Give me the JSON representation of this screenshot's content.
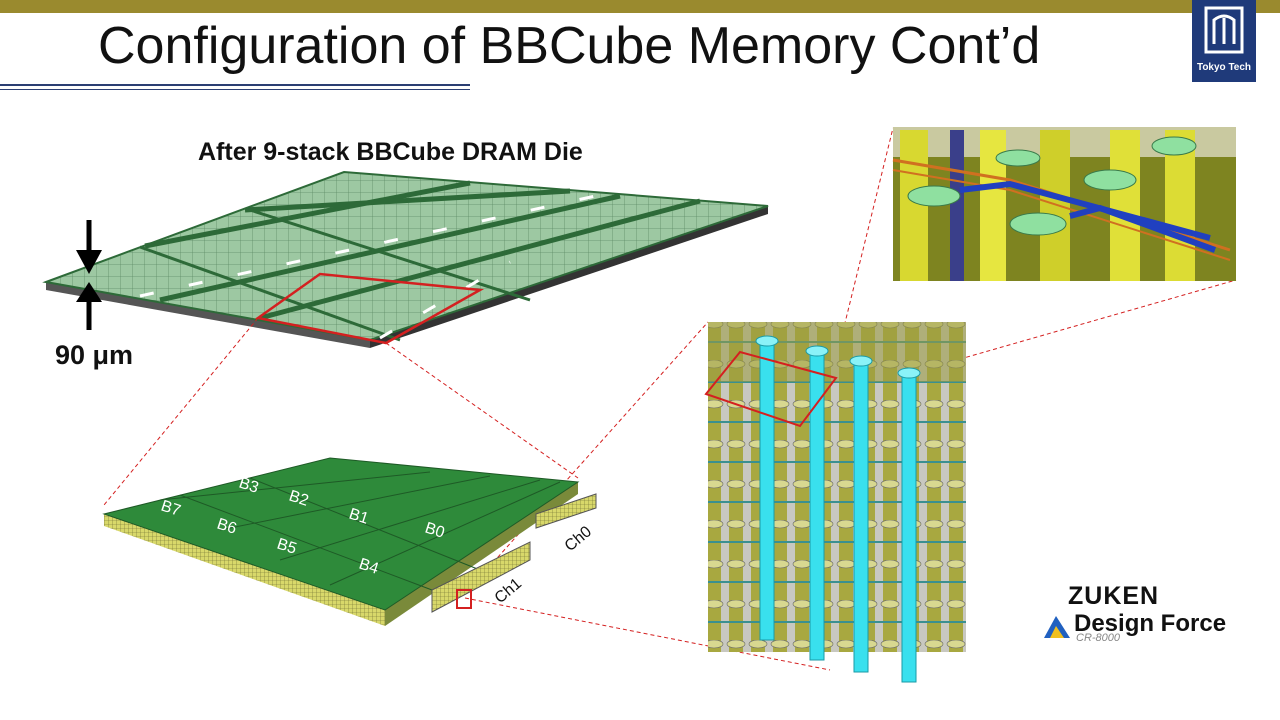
{
  "slide": {
    "title": "Configuration of BBCube Memory Cont’d",
    "subtitle": "After 9-stack BBCube DRAM Die",
    "thickness": "90 μm",
    "logo_text": "Tokyo Tech"
  },
  "die_labels": {
    "banks": [
      "B0",
      "B1",
      "B2",
      "B3",
      "B4",
      "B5",
      "B6",
      "B7"
    ],
    "channels": [
      "Ch0",
      "Ch1"
    ]
  },
  "branding": {
    "vendor": "ZUKEN",
    "product": "Design Force",
    "model": "CR-8000"
  },
  "colors": {
    "header_bar": "#9a8a2e",
    "logo_bg": "#1f3a7a",
    "die_green": "#9dc8a2",
    "board_green": "#2e8a3a",
    "via_cyan": "#39e0ee",
    "highlight_red": "#d42020"
  }
}
